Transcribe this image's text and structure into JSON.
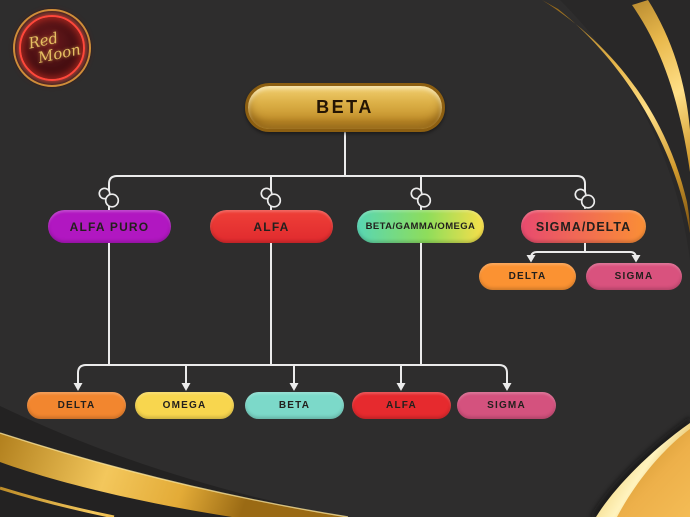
{
  "canvas": {
    "background": "#2e2d2d",
    "connector_color": "#ebebeb",
    "gold_accent": "#d9a843"
  },
  "logo": {
    "brand_line1": "Red",
    "brand_line2": "Moon"
  },
  "nodes": {
    "root": {
      "label": "BETA",
      "fill": "#d9a843",
      "text_color": "#241504"
    },
    "level2": [
      {
        "label": "ALFA PURO",
        "fill": "#b117c1"
      },
      {
        "label": "ALFA",
        "fill": "#e7332f"
      },
      {
        "label": "BETA/GAMMA/OMEGA",
        "fill_gradient": [
          "#58d6b4",
          "#8edd5b",
          "#f8df4a"
        ]
      },
      {
        "label": "SIGMA/DELTA",
        "fill_gradient": [
          "#e84a6f",
          "#fa8f35"
        ]
      }
    ],
    "sigma_delta_children": [
      {
        "label": "DELTA",
        "fill": "#fb9232"
      },
      {
        "label": "SIGMA",
        "fill": "#d9527e"
      }
    ],
    "bottom_row": [
      {
        "label": "DELTA",
        "fill": "#f2862f"
      },
      {
        "label": "OMEGA",
        "fill": "#f8d64e"
      },
      {
        "label": "BETA",
        "fill": "#7cd9c9"
      },
      {
        "label": "ALFA",
        "fill": "#e62a2e"
      },
      {
        "label": "SIGMA",
        "fill": "#d4527e"
      }
    ]
  },
  "hierarchy": {
    "BETA": [
      "ALFA PURO",
      "ALFA",
      "BETA/GAMMA/OMEGA",
      "SIGMA/DELTA"
    ],
    "SIGMA/DELTA": [
      "DELTA",
      "SIGMA"
    ],
    "shared_bottom_children_of": [
      "ALFA PURO",
      "ALFA",
      "BETA/GAMMA/OMEGA"
    ],
    "shared_bottom_children": [
      "DELTA",
      "OMEGA",
      "BETA",
      "ALFA",
      "SIGMA"
    ]
  }
}
